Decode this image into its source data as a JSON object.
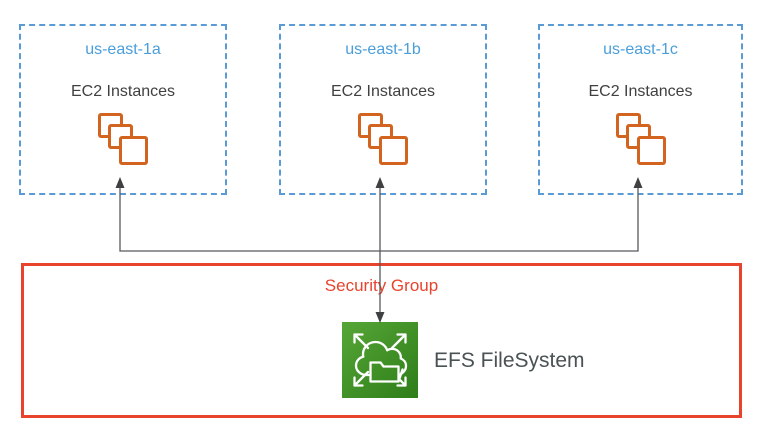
{
  "diagram": {
    "zones": [
      {
        "label": "us-east-1a",
        "service_label": "EC2 Instances"
      },
      {
        "label": "us-east-1b",
        "service_label": "EC2 Instances"
      },
      {
        "label": "us-east-1c",
        "service_label": "EC2 Instances"
      }
    ],
    "security_group": {
      "label": "Security Group"
    },
    "efs": {
      "label": "EFS FileSystem"
    },
    "icons": {
      "ec2": "stacked-instance-squares-icon",
      "efs": "efs-cloud-folder-expand-icon"
    },
    "colors": {
      "zone_border": "#5B9BD5",
      "zone_label_text": "#4A9EDA",
      "body_text": "#404040",
      "ec2_icon_stroke": "#D2641F",
      "security_group_border": "#E8432C",
      "security_group_text": "#E8432C",
      "efs_green_light": "#56A637",
      "efs_green_dark": "#2E7D19",
      "connector_line": "#58595B",
      "arrowhead": "#3E4042"
    }
  }
}
